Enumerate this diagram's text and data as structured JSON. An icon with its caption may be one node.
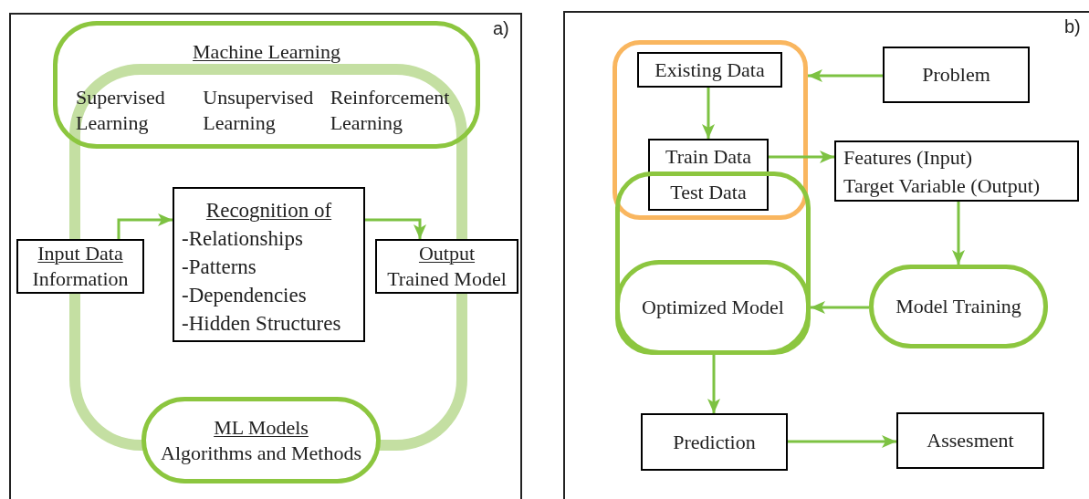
{
  "diagram": {
    "nodes": [
      {
        "text": [
          "Machine Learning",
          "Supervised Learning",
          "Unsupervised Learning",
          "Reinforcement Learning"
        ]
      },
      {
        "text": [
          "Recognition of",
          "-Relationships",
          "-Patterns",
          "-Dependencies",
          "-Hidden Structures"
        ]
      },
      {
        "text": [
          "Input Data",
          "Information"
        ]
      },
      {
        "text": [
          "Output",
          "Trained Model"
        ]
      },
      {
        "text": [
          "ML Models",
          "Algorithms and Methods"
        ]
      },
      {
        "text": [],
        "shape": "box"
      },
      {
        "text": [
          "Existing Data"
        ],
        "in": 5
      },
      {
        "text": [
          "Problem"
        ]
      },
      {
        "text": [
          "Train Data"
        ],
        "in": 5
      },
      {
        "text": [
          "Test Data"
        ]
      },
      {
        "text": [
          "Features (Input)",
          "Target Variable (Output)"
        ]
      },
      {
        "text": [],
        "shape": "box"
      },
      {
        "text": [
          "Optimized Model"
        ],
        "in": 11
      },
      {
        "text": [
          "Model Training"
        ]
      },
      {
        "text": [
          "Prediction"
        ]
      },
      {
        "text": [
          "Assesment"
        ]
      }
    ],
    "edges": [
      {
        "from": 2,
        "to": 1,
        "arrow": "to"
      },
      {
        "from": 1,
        "to": 3,
        "arrow": "to"
      },
      {
        "from": 7,
        "to": 5,
        "arrow": "to"
      },
      {
        "from": 6,
        "to": 8,
        "arrow": "to"
      },
      {
        "from": 8,
        "to": 10,
        "arrow": "to"
      },
      {
        "from": 10,
        "to": 13,
        "arrow": "to"
      },
      {
        "from": 13,
        "to": 12,
        "arrow": "to"
      },
      {
        "from": 12,
        "to": 14,
        "arrow": "to"
      },
      {
        "from": 14,
        "to": 15,
        "arrow": "to"
      }
    ],
    "labels": [
      "a)",
      "b)"
    ]
  }
}
